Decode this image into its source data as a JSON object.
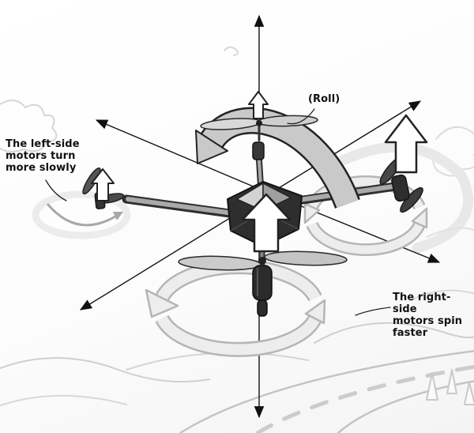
{
  "labels": {
    "left_motors": "The left-side\nmotors turn\nmore slowly",
    "roll": "(Roll)",
    "right_motors": "The right-side\nmotors spin\nfaster"
  },
  "colors": {
    "ink": "#111111",
    "drone_body": "#2e2e2e",
    "roll_band": "#c9c9c9",
    "spin_ring_fill": "#ededed",
    "spin_ring_edge": "#b5b5b5",
    "thrust_arrow_fill": "#ffffff",
    "sketch_light": "#d8d8d8",
    "background": "#ffffff"
  },
  "icons": {
    "thrust_arrows": [
      "center-thrust-arrow",
      "left-thrust-arrow",
      "right-thrust-arrow",
      "top-thrust-arrow"
    ],
    "rotation_arrows": [
      "roll-arrow",
      "rear-spin-arrow",
      "right-spin-arrow",
      "left-spin-arrow"
    ],
    "axis_arrows": [
      "axis-vertical",
      "axis-nw-se",
      "axis-ne-sw"
    ]
  }
}
